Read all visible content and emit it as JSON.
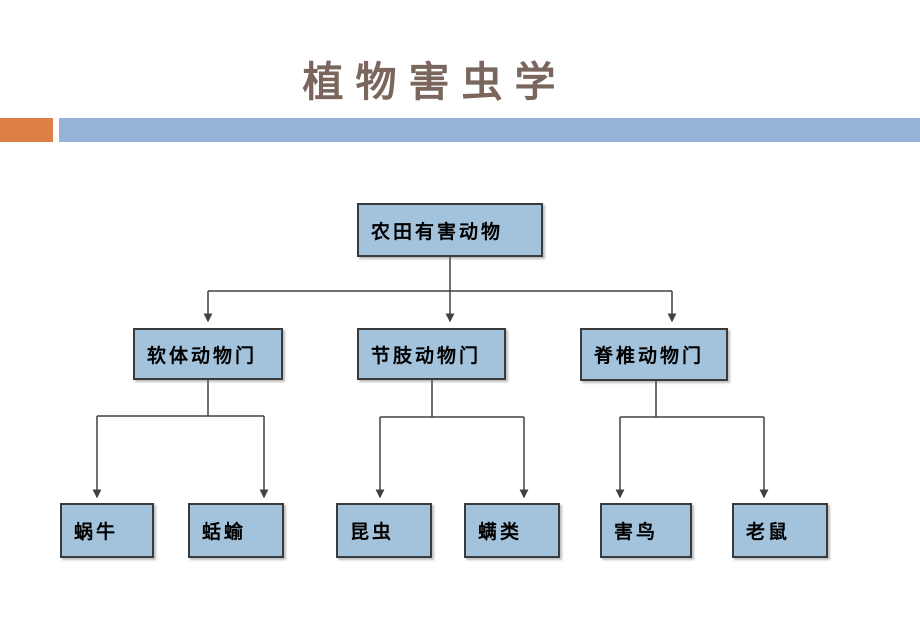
{
  "title": {
    "text": "植物害虫学",
    "color": "#7A665C"
  },
  "decoration": {
    "orange": "#DD8047",
    "blue": "#95B3D7"
  },
  "diagram": {
    "colors": {
      "box_fill": "#A3C2DB",
      "box_border": "#3A3A3A",
      "line": "#404040",
      "text": "#000000"
    },
    "root": {
      "label": "农田有害动物"
    },
    "level2": [
      {
        "label": "软体动物门"
      },
      {
        "label": "节肢动物门"
      },
      {
        "label": "脊椎动物门"
      }
    ],
    "level3": [
      {
        "label": "蜗牛"
      },
      {
        "label": "蛞蝓"
      },
      {
        "label": "昆虫"
      },
      {
        "label": "螨类"
      },
      {
        "label": "害鸟"
      },
      {
        "label": "老鼠"
      }
    ]
  }
}
